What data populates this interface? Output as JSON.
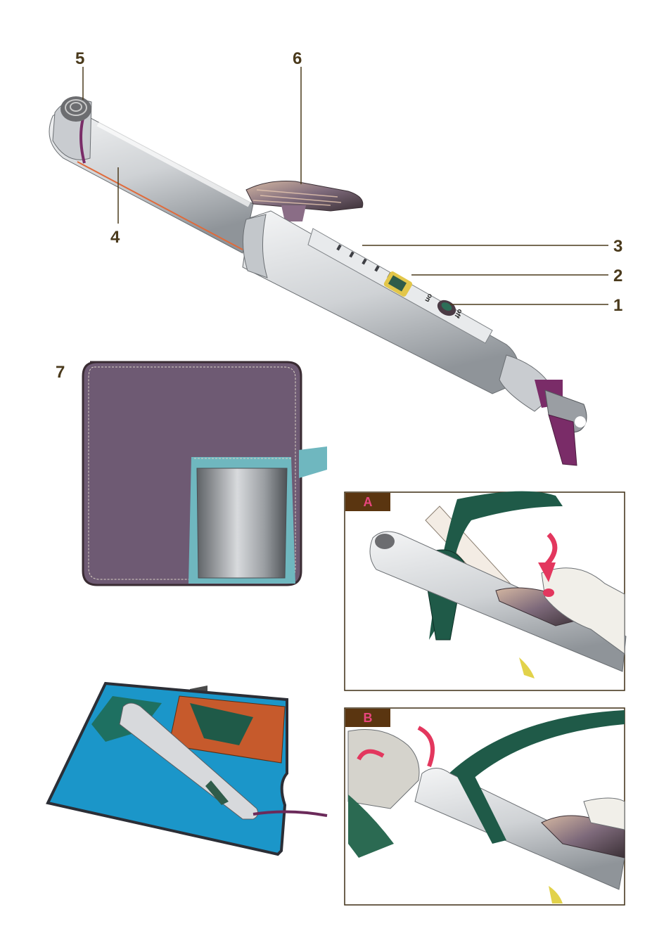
{
  "callouts": {
    "n1": "1",
    "n2": "2",
    "n3": "3",
    "n4": "4",
    "n5": "5",
    "n6": "6",
    "n7": "7"
  },
  "switch_labels": {
    "on": "on",
    "off": "off"
  },
  "panels": {
    "a": "A",
    "b": "B"
  },
  "colors": {
    "label": "#4a3a1c",
    "barrel": "#d7d9dc",
    "accent_purple": "#6b2a5a",
    "pouch_purple": "#6e5a73",
    "teal": "#6fb7bf",
    "blue_mat": "#1b96c9",
    "orange": "#c65a2c",
    "dark_green": "#1f5a48",
    "arrow_pink": "#e3375e",
    "panel_tag": "#5a3510"
  }
}
